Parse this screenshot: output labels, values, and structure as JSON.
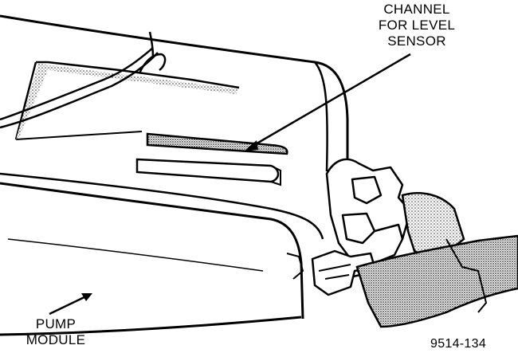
{
  "labels": {
    "channel": [
      "CHANNEL",
      "FOR LEVEL",
      "SENSOR"
    ],
    "pump": [
      "PUMP",
      "MODULE"
    ],
    "figure_number": "9514-134"
  }
}
